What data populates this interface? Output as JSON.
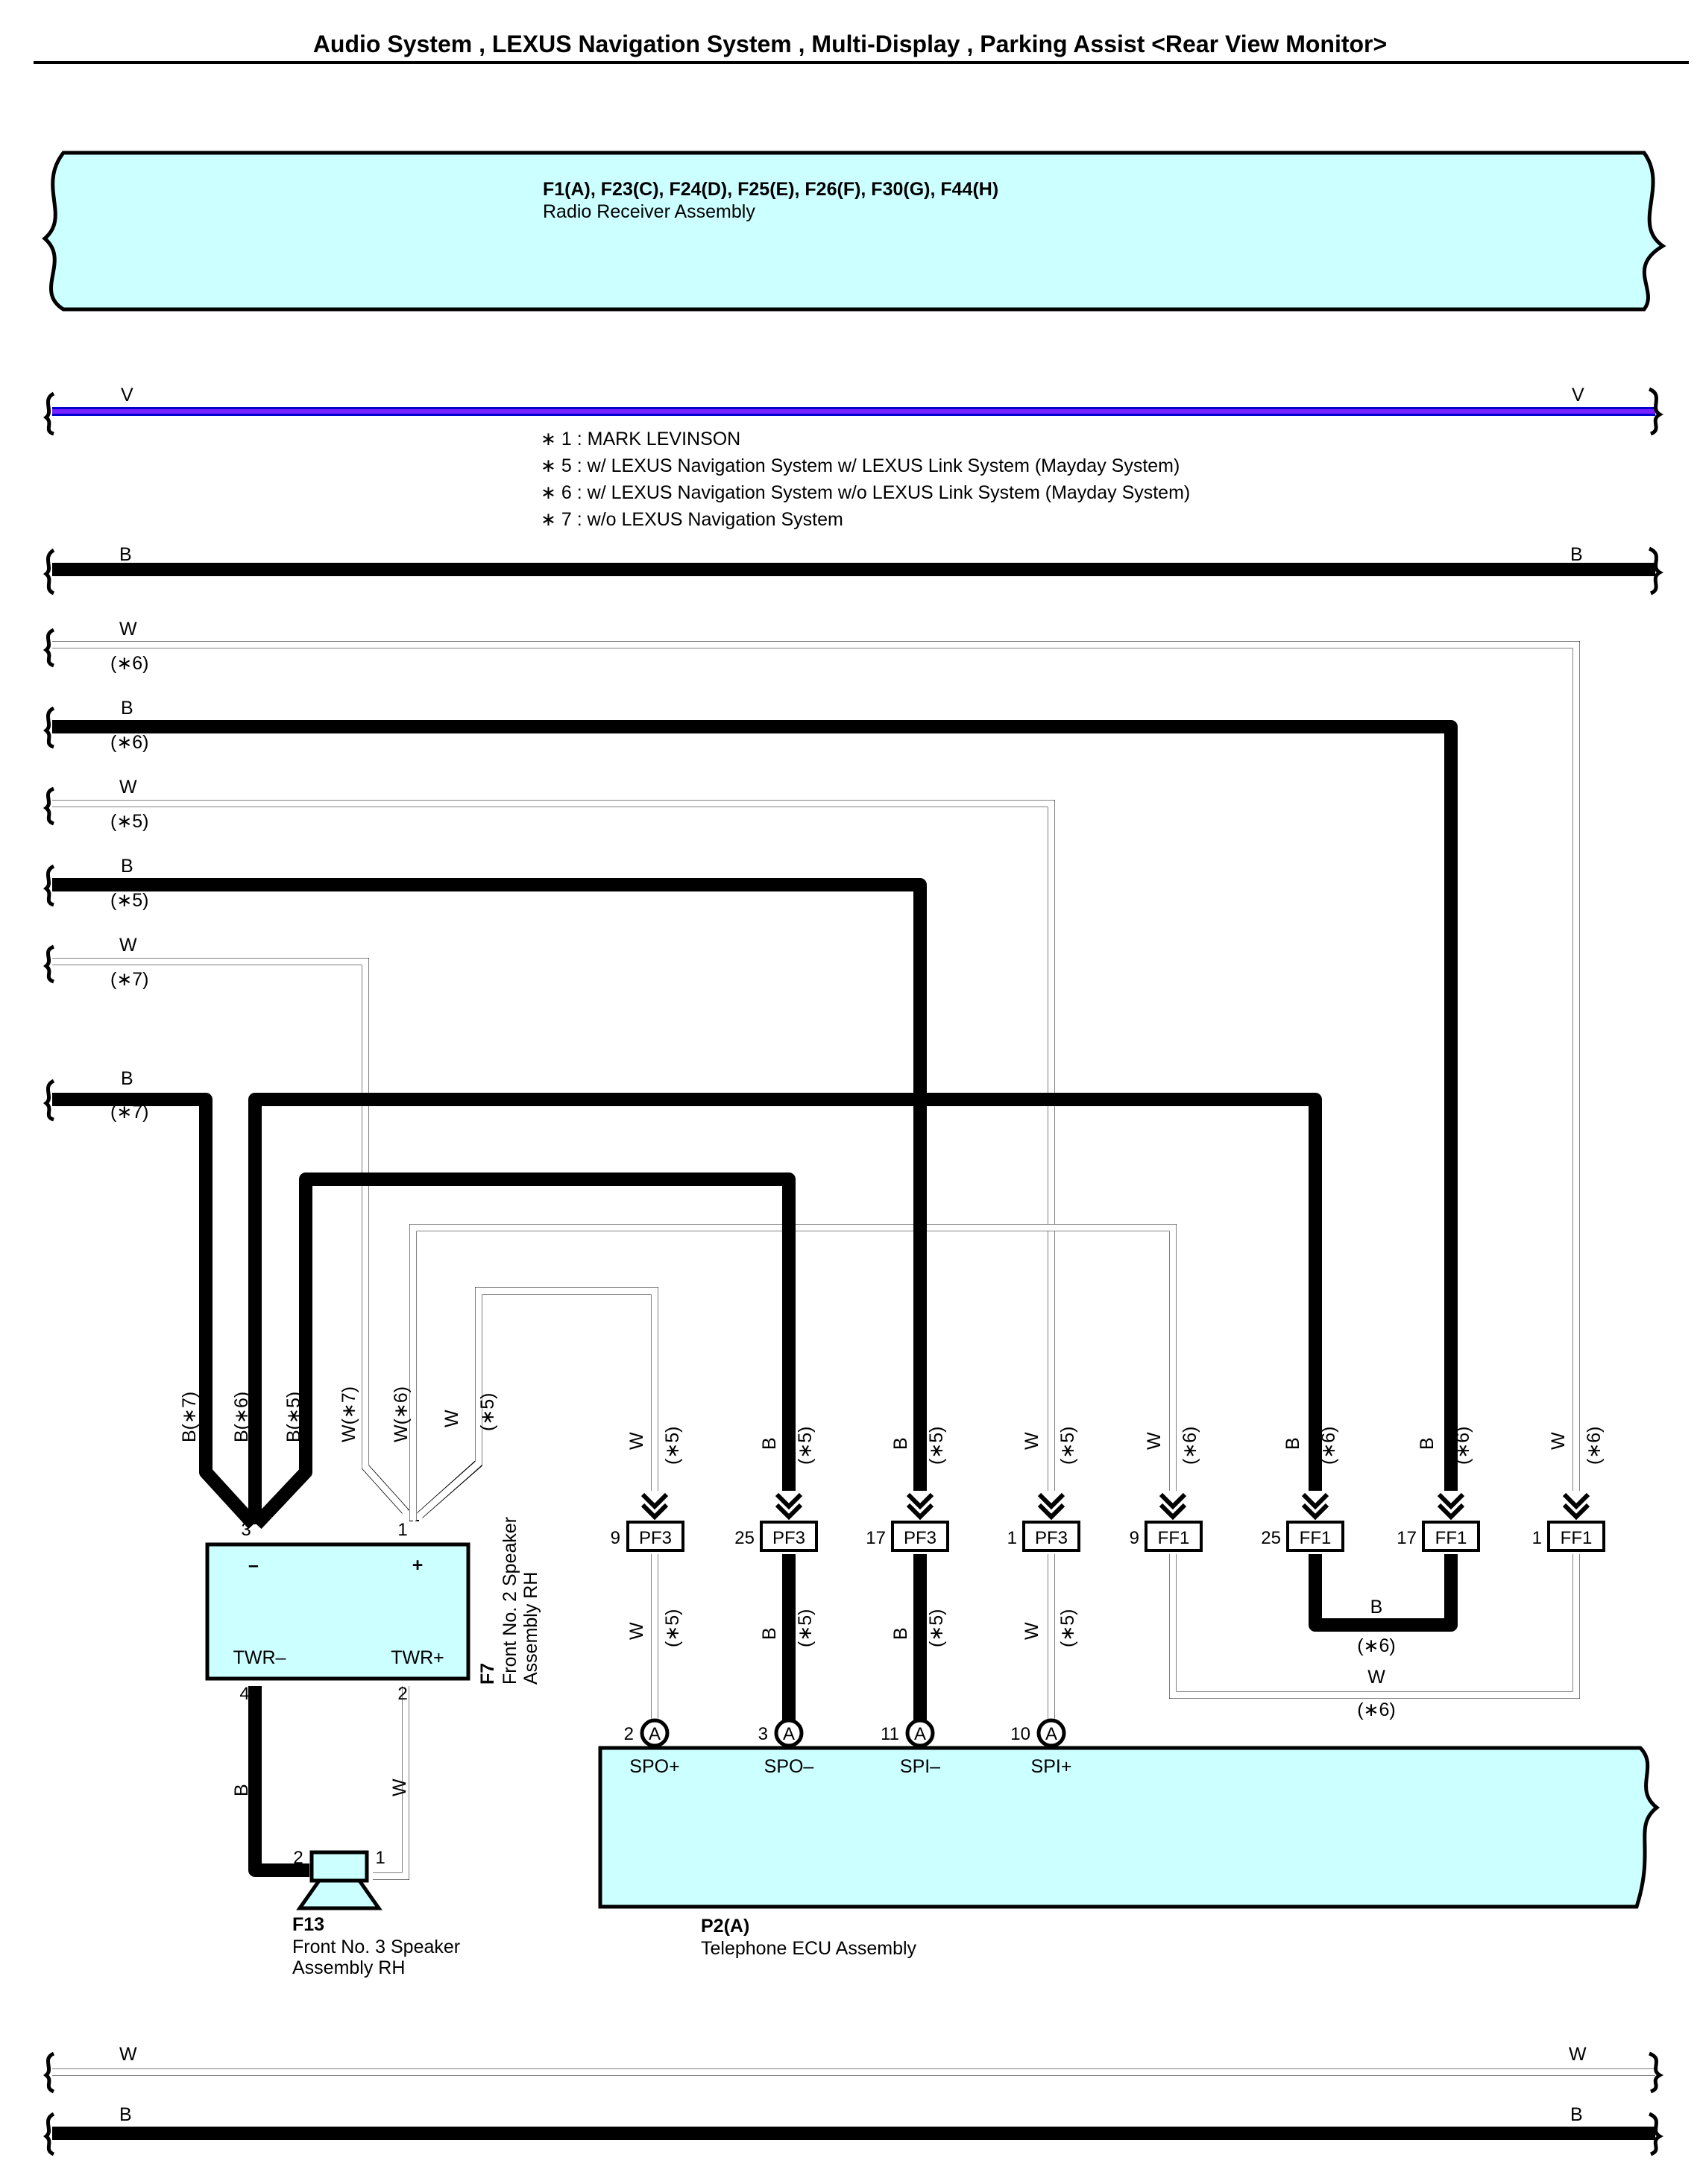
{
  "header": {
    "title": "Audio System , LEXUS Navigation System , Multi-Display , Parking Assist <Rear View Monitor>"
  },
  "radio": {
    "connectors": "F1(A), F23(C), F24(D), F25(E), F26(F), F30(G), F44(H)",
    "name": "Radio Receiver Assembly"
  },
  "bus": {
    "v": "V",
    "b": "B",
    "w": "W"
  },
  "notes": [
    "∗ 1 : MARK LEVINSON",
    "∗ 5 : w/ LEXUS Navigation System w/ LEXUS Link System (Mayday System)",
    "∗ 6 : w/ LEXUS Navigation System w/o LEXUS Link System (Mayday System)",
    "∗ 7 : w/o LEXUS Navigation System"
  ],
  "left_wires": [
    {
      "color": "W",
      "note": "(∗6)"
    },
    {
      "color": "B",
      "note": "(∗6)"
    },
    {
      "color": "W",
      "note": "(∗5)"
    },
    {
      "color": "B",
      "note": "(∗5)"
    },
    {
      "color": "W",
      "note": "(∗7)"
    },
    {
      "color": "B",
      "note": "(∗7)"
    }
  ],
  "f7": {
    "id": "F7",
    "name_line1": "Front No. 2 Speaker",
    "name_line2": "Assembly RH",
    "minus": "–",
    "plus": "+",
    "twr_minus": "TWR–",
    "twr_plus": "TWR+",
    "pin_minus": "3",
    "pin_plus": "1",
    "pin_twr_minus": "4",
    "pin_twr_plus": "2",
    "in_labels": [
      "B(∗7)",
      "B(∗6)",
      "B(∗5)",
      "W(∗7)",
      "W(∗6)",
      "W",
      "(∗5)"
    ]
  },
  "f13": {
    "id": "F13",
    "name_line1": "Front No. 3 Speaker",
    "name_line2": "Assembly RH",
    "pin_left": "2",
    "pin_right": "1",
    "wire_left": "B",
    "wire_right": "W"
  },
  "junctions": [
    {
      "pin": "9",
      "conn": "PF3",
      "color": "W",
      "note": "(∗5)"
    },
    {
      "pin": "25",
      "conn": "PF3",
      "color": "B",
      "note": "(∗5)"
    },
    {
      "pin": "17",
      "conn": "PF3",
      "color": "B",
      "note": "(∗5)"
    },
    {
      "pin": "1",
      "conn": "PF3",
      "color": "W",
      "note": "(∗5)"
    },
    {
      "pin": "9",
      "conn": "FF1",
      "color": "W",
      "note": "(∗6)"
    },
    {
      "pin": "25",
      "conn": "FF1",
      "color": "B",
      "note": "(∗6)"
    },
    {
      "pin": "17",
      "conn": "FF1",
      "color": "B",
      "note": "(∗6)"
    },
    {
      "pin": "1",
      "conn": "FF1",
      "color": "W",
      "note": "(∗6)"
    }
  ],
  "jumper": {
    "b_color": "B",
    "b_note": "(∗6)",
    "w_color": "W",
    "w_note": "(∗6)"
  },
  "p2": {
    "id": "P2(A)",
    "name": "Telephone ECU Assembly",
    "conn_letter": "A",
    "pins": [
      {
        "pin": "2",
        "name": "SPO+"
      },
      {
        "pin": "3",
        "name": "SPO–"
      },
      {
        "pin": "11",
        "name": "SPI–"
      },
      {
        "pin": "10",
        "name": "SPI+"
      }
    ]
  }
}
